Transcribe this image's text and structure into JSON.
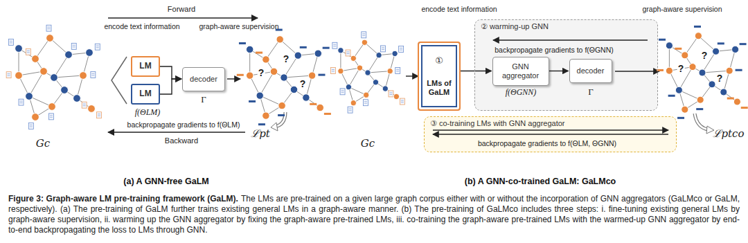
{
  "diagram": {
    "title": "Figure 3: Graph-aware LM pre-training framework (GaLM).",
    "caption": "The LMs are pre-trained on a given large graph corpus either with or without the incorporation of GNN aggregators (GaLMco or GaLM, respectively). (a) The pre-training of GaLM further trains existing general LMs in a graph-aware manner. (b) The pre-training of GaLMco includes three steps: i. fine-tuning existing general LMs by graph-aware supervision, ii. warming up the GNN aggregator by fixing the graph-aware pre-trained LMs, iii. co-training the graph-aware pre-trained LMs with the warmed-up GNN aggregator by end-to-end backpropagating the loss to LMs through GNN.",
    "nodes": [
      {
        "text": [
          "LM"
        ]
      },
      {
        "text": [
          "LM"
        ]
      },
      {
        "text": [
          "decoder"
        ]
      },
      {
        "text": [
          "①",
          "LMs of GaLM"
        ]
      },
      {
        "text": [
          "② warming-up GNN"
        ]
      },
      {
        "text": [
          "GNN aggregator"
        ],
        "in": 4
      },
      {
        "text": [
          "decoder"
        ],
        "in": 4
      },
      {
        "text": [
          "③ co-training LMs with GNN aggregator"
        ]
      }
    ],
    "edges": [
      {
        "from": 0,
        "to": 2,
        "arrow": "to"
      },
      {
        "from": 1,
        "to": 2,
        "arrow": "to"
      },
      {
        "from": 3,
        "to": 5,
        "arrow": "to"
      },
      {
        "from": 5,
        "to": 6,
        "arrow": "to"
      }
    ],
    "labels": [
      "encode text information",
      "Forward",
      "graph-aware supervision",
      "Gc",
      "f(ΘLM)",
      "Γ",
      "backpropagate gradients to f(ΘLM)",
      "Backward",
      "ℒpt",
      "?",
      "?",
      "?",
      "(a) A GNN-free GaLM",
      "encode text information",
      "graph-aware supervision",
      "Gc",
      "backpropagate gradients to f(ΘGNN)",
      "f(ΘGNN)",
      "Γ",
      "backpropagate gradients to f(ΘLM, ΘGNN)",
      "ℒptco",
      "?",
      "?",
      "?",
      "(b) A GNN-co-trained GaLM: GaLMco"
    ]
  }
}
